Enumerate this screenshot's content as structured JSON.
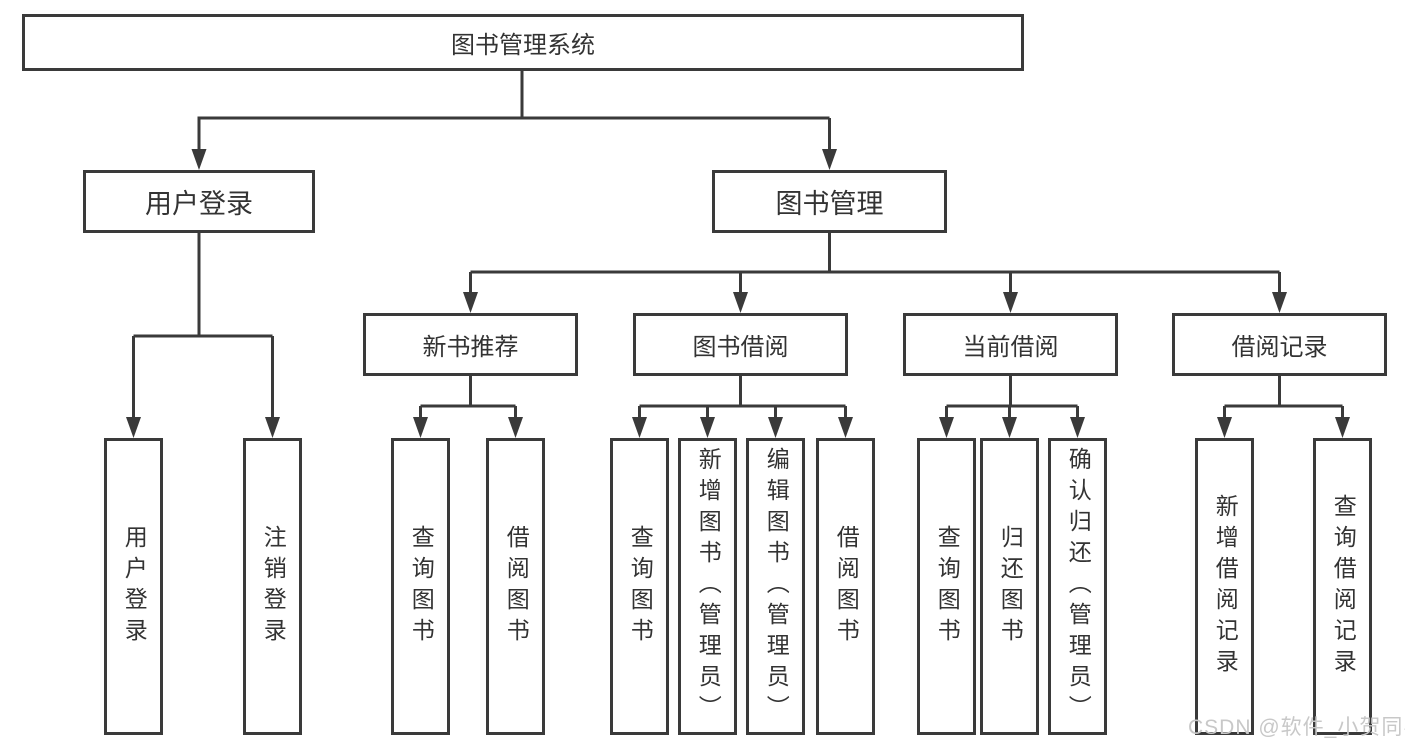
{
  "diagram_type": "hierarchy-tree",
  "tree": {
    "root": {
      "label": "图书管理系统",
      "children": [
        {
          "label": "用户登录",
          "children": [
            {
              "label": "用户登录"
            },
            {
              "label": "注销登录"
            }
          ]
        },
        {
          "label": "图书管理",
          "children": [
            {
              "label": "新书推荐",
              "children": [
                {
                  "label": "查询图书"
                },
                {
                  "label": "借阅图书"
                }
              ]
            },
            {
              "label": "图书借阅",
              "children": [
                {
                  "label": "查询图书"
                },
                {
                  "label": "新增图书（管理员）"
                },
                {
                  "label": "编辑图书（管理员）"
                },
                {
                  "label": "借阅图书"
                }
              ]
            },
            {
              "label": "当前借阅",
              "children": [
                {
                  "label": "查询图书"
                },
                {
                  "label": "归还图书"
                },
                {
                  "label": "确认归还（管理员）"
                }
              ]
            },
            {
              "label": "借阅记录",
              "children": [
                {
                  "label": "新增借阅记录"
                },
                {
                  "label": "查询借阅记录"
                }
              ]
            }
          ]
        }
      ]
    }
  },
  "watermark": {
    "text": "CSDN @软件_小贺同学"
  },
  "colors": {
    "line": "#3a3a3a",
    "text": "#333333",
    "background": "#ffffff",
    "watermark": "#c8c8c8"
  }
}
